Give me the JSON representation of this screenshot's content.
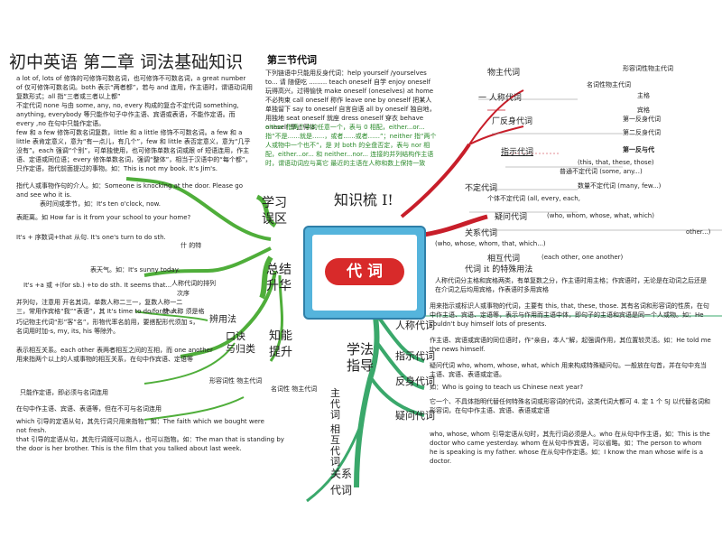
{
  "title": "初中英语 第二章 词法基础知识",
  "section3": "第三节代词",
  "center": {
    "heading": "知识梳 I!",
    "pill": "代 词"
  },
  "branches": {
    "study": "学习\n误区",
    "summary": "总结\n升华",
    "knowledge": "知能\n提升",
    "formula": "口诀\n与归类",
    "usage": "辨用法",
    "learn": "学法\n指导",
    "subject": "主\n代\n词",
    "reflexive": "相\n互\n代\n词",
    "relative": "关系\n代词"
  },
  "right_nodes": {
    "person": "一 人称代词",
    "possessive": "物主代词",
    "reflexive": "厂反身代词",
    "demonstrative": "指示代词",
    "indefinite": "不定代词",
    "interrogative": "疑问代词",
    "relative": "关系代词",
    "reciprocal": "相互代词",
    "learn_person": "人称代词",
    "learn_demo": "指示代词",
    "learn_refl": "反身代词",
    "learn_inter": "疑问代词"
  },
  "right_labels": {
    "poss_form": "形容词性物主代词",
    "poss_noun": "名词性物主代词",
    "subj": "主格",
    "obj": "宾格",
    "first": "第一反身代词",
    "second": "第二反身代词",
    "demo_list": "(this, that, these, those)",
    "demo_sub": "第一反与代",
    "indef_top": "普通不定代词 (some, any...)",
    "indef_num": "数量不定代词 (many, few...)",
    "indef_indiv": "个体不定代词 (all, every, each,",
    "inter_list": "(who, whom, whose, what, which)",
    "other": "other...)",
    "rel_list": "(who, whose, whom, that, which...)",
    "recip_list": "(each other, one another)",
    "it_usage": "代词 it 的特殊用法"
  },
  "left_paragraphs": [
    "a lot of, lots of 修饰的可修饰可数名词，也可修饰不可数名词，a great number of 仅可修饰可数名词。both 表示“两者都”，若与 and 连用，作主语时，谓语动词用复数形式；all 指“三者或三者以上都”",
    "不定代词 none 与由 some, any, no, every 构成的复合不定代词 something, anything, everybody 等只能作句子中作主语、宾语或表语，不能作定语。而 every ,no 在句中只能作定语。",
    "few 和 a few 修饰可数名词复数，little 和 a little 修饰不可数名词。a few 和 a little 表肯定意义，意为“有一点儿，有几个”，few 和 little 表否定意义，意为“几乎没有”。each 强调“个别”，可单独使用，也可修饰单数名词或跟 of 短语连用，作主语、定语或同位语；every 修饰单数名词，强调“整体”，相当于汉语中的“每个都”，只作定语，指代前面提过的事物。如：This is not my book. It's Jim's.",
    "指代人或事物作句的介人。如：Someone is knocking at the door. Please go and see who it is.",
    "表距离。如 How far is it from your school to your home?",
    "表天气。如：It's sunny today.",
    "It's +a 或 +(for sb.) +to do sth. It seems that...",
    "并列句，注意用 开名其词，单数人称二三一，复数人称一二三，常用作宾格“我”“表语”，其 It's time to do/for/that...",
    "巧记物主代词“形”客”名”，形物代率名前用，要搭配形代须加 s，名词用时加-s, my, its, his 等除外。",
    "表示相互关系。each other 表两者相互之间的互相，而 one another 用来指两个以上的人或事物的相互关系，在句中作宾语、定语等",
    "只能作定语，即必须与名词连用",
    "在句中作主语、宾语、表语等，但在不可与名词连用",
    "which 引导的定语从句，其先行词只用来指物，如：The faith which we bought were not fresh.",
    "that 引导的定语从句，其先行词既可以指人，也可以指物。如：The man that is standing by the door is her brother. This is the film that you talked about last week."
  ],
  "left_snippets": {
    "clock": "表时间或季节，如：It's ten o'clock, now.",
    "next": "It's + 序数词+that 从句. It's one's turn to do sth.",
    "what": "什 的特",
    "order": "次序",
    "form": "人称代词的排列",
    "case": "使 人称 须是格",
    "poss": "形容词性 物主代词",
    "noun_poss": "名词性 物主代词"
  },
  "mid_paragraphs": [
    "下列链语中只能用反身代词：help yourself /yourselves to... 请 随便吃 ......... teach oneself 自学 enjoy oneself 玩得高兴，过得愉快 make oneself (oneselves) at home 不必拘束 call oneself 称作 leave one by oneself 把某人单独留下 say to oneself 自言自语 all by oneself 独自地，用独地 seat oneself 就座 dress oneself 穿衣 behave oneself 举止得体",
    "either 指两个中的任意一个，表与 0 相配，either...or...指“不是......就是......，或者......或者......”；neither 指“两个人或物中一个也不”，是 对 both 的全盘否定，表与 nor 相配，either...or... 和 neither...nor... 连接的并列结构作主语时，谓语动词应与离它 最近的主语在人称和数上保持一致"
  ],
  "right_paragraphs": [
    "人称代词分主格和宾格两类，有单复数之分，作主语时用主格；作宾语时，无论是在动词之后还是在介词之后均用宾格，作表语时多用宾格",
    "用来指示或标识人或事物的代词，主要有 this, that, these, those. 其有名词和形容词的性质，在句中作主语、宾语、定语等，表示与作用而主语中体，即句子的主语和宾语是同一个人或物。如：He couldn't buy himself lots of presents.",
    "作主语、宾语或宾语的同位语时，作“亲自，本人”解，起强调作用，其位置较灵活。如：He told me the news himself.",
    "疑问代词 who, whom, whose, what, which 用来构成特殊疑问句。一般放在句首，并在句中充当主语、宾语、表语或定语。",
    "如：Who is going to teach us Chinese next year?",
    "它一个、不具体指明代替任何特殊名词或形容词的代词，这类代词大都可 4. 定 1 个 SJ 以代替名词和形容词，在句中作主语、宾语、表语或定语",
    "who, whose, whom 引导定语从句时，其先行词必须是人。who 在从句中作主语，如：This is the doctor who came yesterday. whom 在从句中作宾语，可以省略。如：The person to whom he is speaking is my father. whose 在从句中作定语。如：I know the man whose wife is a doctor."
  ]
}
